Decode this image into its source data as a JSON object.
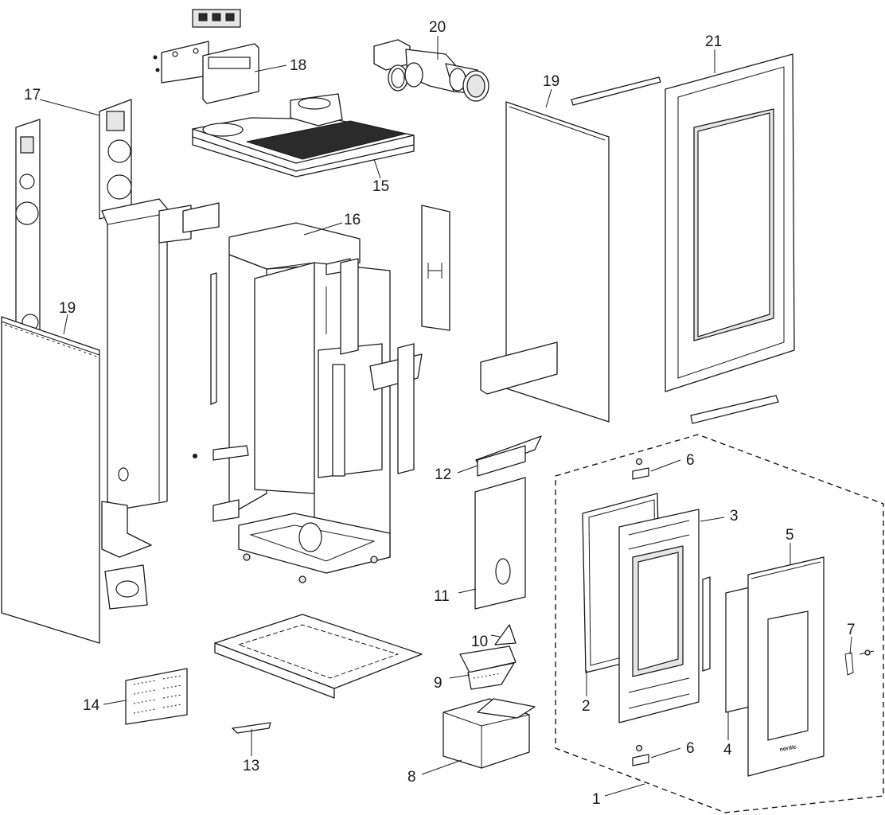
{
  "labels": {
    "n1": "1",
    "n2": "2",
    "n3": "3",
    "n4": "4",
    "n5": "5",
    "n6a": "6",
    "n6b": "6",
    "n7": "7",
    "n8": "8",
    "n9": "9",
    "n10": "10",
    "n11": "11",
    "n12": "12",
    "n13": "13",
    "n14": "14",
    "n15": "15",
    "n16": "16",
    "n17": "17",
    "n18": "18",
    "n19a": "19",
    "n19b": "19",
    "n20": "20",
    "n21": "21"
  },
  "door_logo": "nordic"
}
